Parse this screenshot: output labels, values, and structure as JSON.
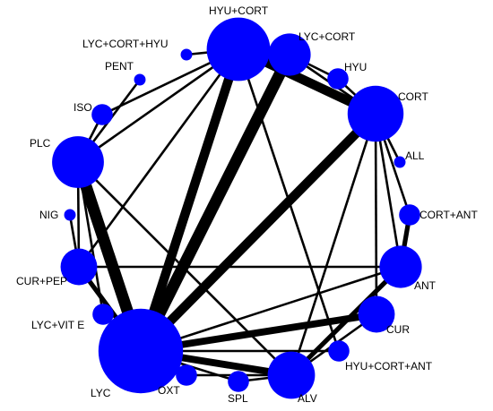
{
  "colors": {
    "node": "#0000ff",
    "edge": "#000000",
    "background": "#ffffff"
  },
  "nodes": [
    {
      "id": "HYU+CORT",
      "label": "HYU+CORT",
      "size": 9
    },
    {
      "id": "LYC+CORT",
      "label": "LYC+CORT",
      "size": 4
    },
    {
      "id": "HYU",
      "label": "HYU",
      "size": 1
    },
    {
      "id": "CORT",
      "label": "CORT",
      "size": 7
    },
    {
      "id": "ALL",
      "label": "ALL",
      "size": 0.3
    },
    {
      "id": "CORT+ANT",
      "label": "CORT+ANT",
      "size": 1
    },
    {
      "id": "ANT",
      "label": "ANT",
      "size": 4
    },
    {
      "id": "CUR",
      "label": "CUR",
      "size": 3
    },
    {
      "id": "HYU+CORT+ANT",
      "label": "HYU+CORT+ANT",
      "size": 1
    },
    {
      "id": "ALV",
      "label": "ALV",
      "size": 5
    },
    {
      "id": "SPL",
      "label": "SPL",
      "size": 1
    },
    {
      "id": "OXT",
      "label": "OXT",
      "size": 1
    },
    {
      "id": "LYC",
      "label": "LYC",
      "size": 16
    },
    {
      "id": "LYC+VIT E",
      "label": "LYC+VIT E",
      "size": 1
    },
    {
      "id": "CUR+PEP",
      "label": "CUR+PEP",
      "size": 3
    },
    {
      "id": "NIG",
      "label": "NIG",
      "size": 0.3
    },
    {
      "id": "PLC",
      "label": "PLC",
      "size": 6
    },
    {
      "id": "ISO",
      "label": "ISO",
      "size": 1
    },
    {
      "id": "PENT",
      "label": "PENT",
      "size": 0.3
    },
    {
      "id": "LYC+CORT+HYU",
      "label": "LYC+CORT+HYU",
      "size": 0.3
    }
  ],
  "edges": [
    {
      "source": "LYC",
      "target": "PLC",
      "weight": 5
    },
    {
      "source": "LYC",
      "target": "LYC+CORT",
      "weight": 5
    },
    {
      "source": "LYC",
      "target": "HYU+CORT",
      "weight": 4
    },
    {
      "source": "LYC",
      "target": "CORT",
      "weight": 4
    },
    {
      "source": "LYC",
      "target": "ALV",
      "weight": 3
    },
    {
      "source": "LYC",
      "target": "CUR",
      "weight": 3
    },
    {
      "source": "LYC",
      "target": "CUR+PEP",
      "weight": 2
    },
    {
      "source": "LYC",
      "target": "LYC+VIT E",
      "weight": 1
    },
    {
      "source": "LYC",
      "target": "OXT",
      "weight": 1
    },
    {
      "source": "LYC",
      "target": "SPL",
      "weight": 1
    },
    {
      "source": "LYC",
      "target": "HYU+CORT+ANT",
      "weight": 1
    },
    {
      "source": "LYC",
      "target": "ANT",
      "weight": 1
    },
    {
      "source": "HYU+CORT",
      "target": "LYC+CORT",
      "weight": 1
    },
    {
      "source": "HYU+CORT",
      "target": "CORT",
      "weight": 4
    },
    {
      "source": "HYU+CORT",
      "target": "LYC+CORT+HYU",
      "weight": 1
    },
    {
      "source": "HYU+CORT",
      "target": "PLC",
      "weight": 1
    },
    {
      "source": "HYU+CORT",
      "target": "ISO",
      "weight": 1
    },
    {
      "source": "HYU+CORT",
      "target": "CUR+PEP",
      "weight": 1
    },
    {
      "source": "HYU+CORT",
      "target": "HYU+CORT+ANT",
      "weight": 1
    },
    {
      "source": "LYC+CORT",
      "target": "HYU",
      "weight": 1
    },
    {
      "source": "HYU",
      "target": "CORT",
      "weight": 1
    },
    {
      "source": "LYC+CORT",
      "target": "CORT",
      "weight": 1
    },
    {
      "source": "CORT",
      "target": "ALL",
      "weight": 1
    },
    {
      "source": "CORT",
      "target": "CORT+ANT",
      "weight": 1
    },
    {
      "source": "CORT",
      "target": "ANT",
      "weight": 1
    },
    {
      "source": "CORT",
      "target": "ALV",
      "weight": 1
    },
    {
      "source": "CORT",
      "target": "CUR",
      "weight": 1
    },
    {
      "source": "CORT+ANT",
      "target": "ANT",
      "weight": 2
    },
    {
      "source": "ANT",
      "target": "ALV",
      "weight": 2
    },
    {
      "source": "ANT",
      "target": "CUR+PEP",
      "weight": 1
    },
    {
      "source": "CUR",
      "target": "ALV",
      "weight": 1
    },
    {
      "source": "ALV",
      "target": "OXT",
      "weight": 1
    },
    {
      "source": "ALV",
      "target": "SPL",
      "weight": 1
    },
    {
      "source": "PLC",
      "target": "CUR+PEP",
      "weight": 1
    },
    {
      "source": "PLC",
      "target": "LYC+VIT E",
      "weight": 1
    },
    {
      "source": "PLC",
      "target": "ISO",
      "weight": 1
    },
    {
      "source": "PLC",
      "target": "ALV",
      "weight": 1
    },
    {
      "source": "NIG",
      "target": "CUR+PEP",
      "weight": 1
    },
    {
      "source": "PLC",
      "target": "PENT",
      "weight": 1
    }
  ]
}
